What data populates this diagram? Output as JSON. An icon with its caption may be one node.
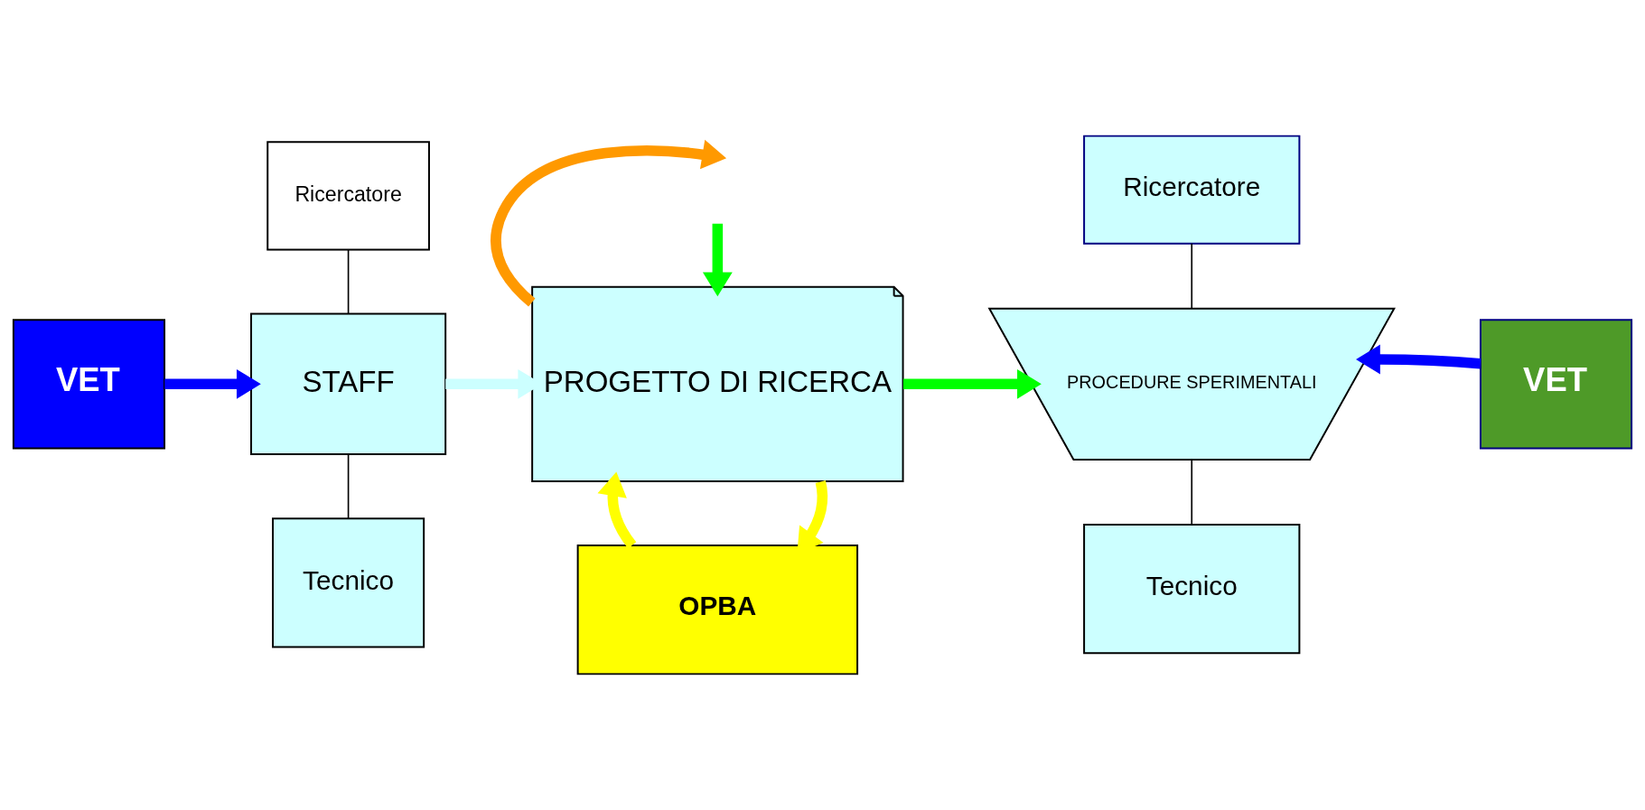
{
  "diagram": {
    "nodes": [
      {
        "text": [
          "VET"
        ]
      },
      {
        "text": [
          "Ricercatore"
        ]
      },
      {
        "text": [
          "STAFF"
        ]
      },
      {
        "text": [
          "Tecnico"
        ]
      },
      {
        "text": [
          "PROGETTO DI RICERCA"
        ]
      },
      {
        "text": [
          "OPBA"
        ]
      },
      {
        "text": [
          "Ricercatore"
        ]
      },
      {
        "text": [
          "PROCEDURE SPERIMENTALI"
        ]
      },
      {
        "text": [
          "Tecnico"
        ]
      },
      {
        "text": [
          "VET"
        ]
      }
    ],
    "edges": [
      {
        "from": 0,
        "to": 2,
        "arrow": "to",
        "color": "#0000ff"
      },
      {
        "from": 1,
        "to": 2,
        "arrow": "none"
      },
      {
        "from": 2,
        "to": 3,
        "arrow": "none"
      },
      {
        "from": 2,
        "to": 4,
        "arrow": "to",
        "color": "#ccffff"
      },
      {
        "from": 4,
        "to": null,
        "arrow": "to",
        "color": "#ff9900"
      },
      {
        "from": null,
        "to": 4,
        "arrow": "to",
        "color": "#00ff00"
      },
      {
        "from": 4,
        "to": 5,
        "arrow": "to",
        "color": "#ffff00"
      },
      {
        "from": 5,
        "to": 4,
        "arrow": "to",
        "color": "#ffff00"
      },
      {
        "from": 4,
        "to": 7,
        "arrow": "to",
        "color": "#00ff00"
      },
      {
        "from": 6,
        "to": 7,
        "arrow": "none"
      },
      {
        "from": 7,
        "to": 8,
        "arrow": "none"
      },
      {
        "from": 9,
        "to": 7,
        "arrow": "to",
        "color": "#0000ff"
      }
    ]
  }
}
